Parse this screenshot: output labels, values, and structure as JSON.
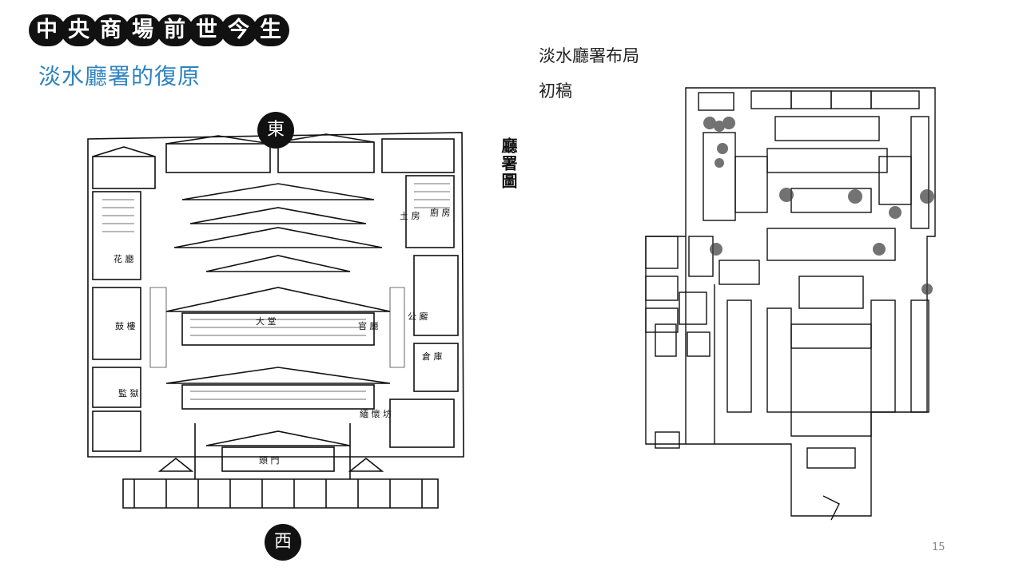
{
  "header": {
    "series_title": [
      "中",
      "央",
      "商",
      "場",
      "前",
      "世",
      "今",
      "生"
    ],
    "subtitle": "淡水廳署的復原"
  },
  "left_map": {
    "caption_vertical": "廳署圖",
    "north_marker": "東",
    "south_marker": "西",
    "labels": {
      "main_hall": "大 堂",
      "gate": "頭 門",
      "flower_hall": "花 廳",
      "prison": "監 獄",
      "office": "官 廳",
      "storehouse": "倉 庫",
      "public": "公 廨",
      "kitchen": "廚 房",
      "earth": "土 房",
      "memorial": "緬 懷 坊",
      "guard": "鼓 樓"
    }
  },
  "right_panel": {
    "title": "淡水廳署布局",
    "subtitle": "初稿"
  },
  "footer": {
    "page_number": "15"
  }
}
